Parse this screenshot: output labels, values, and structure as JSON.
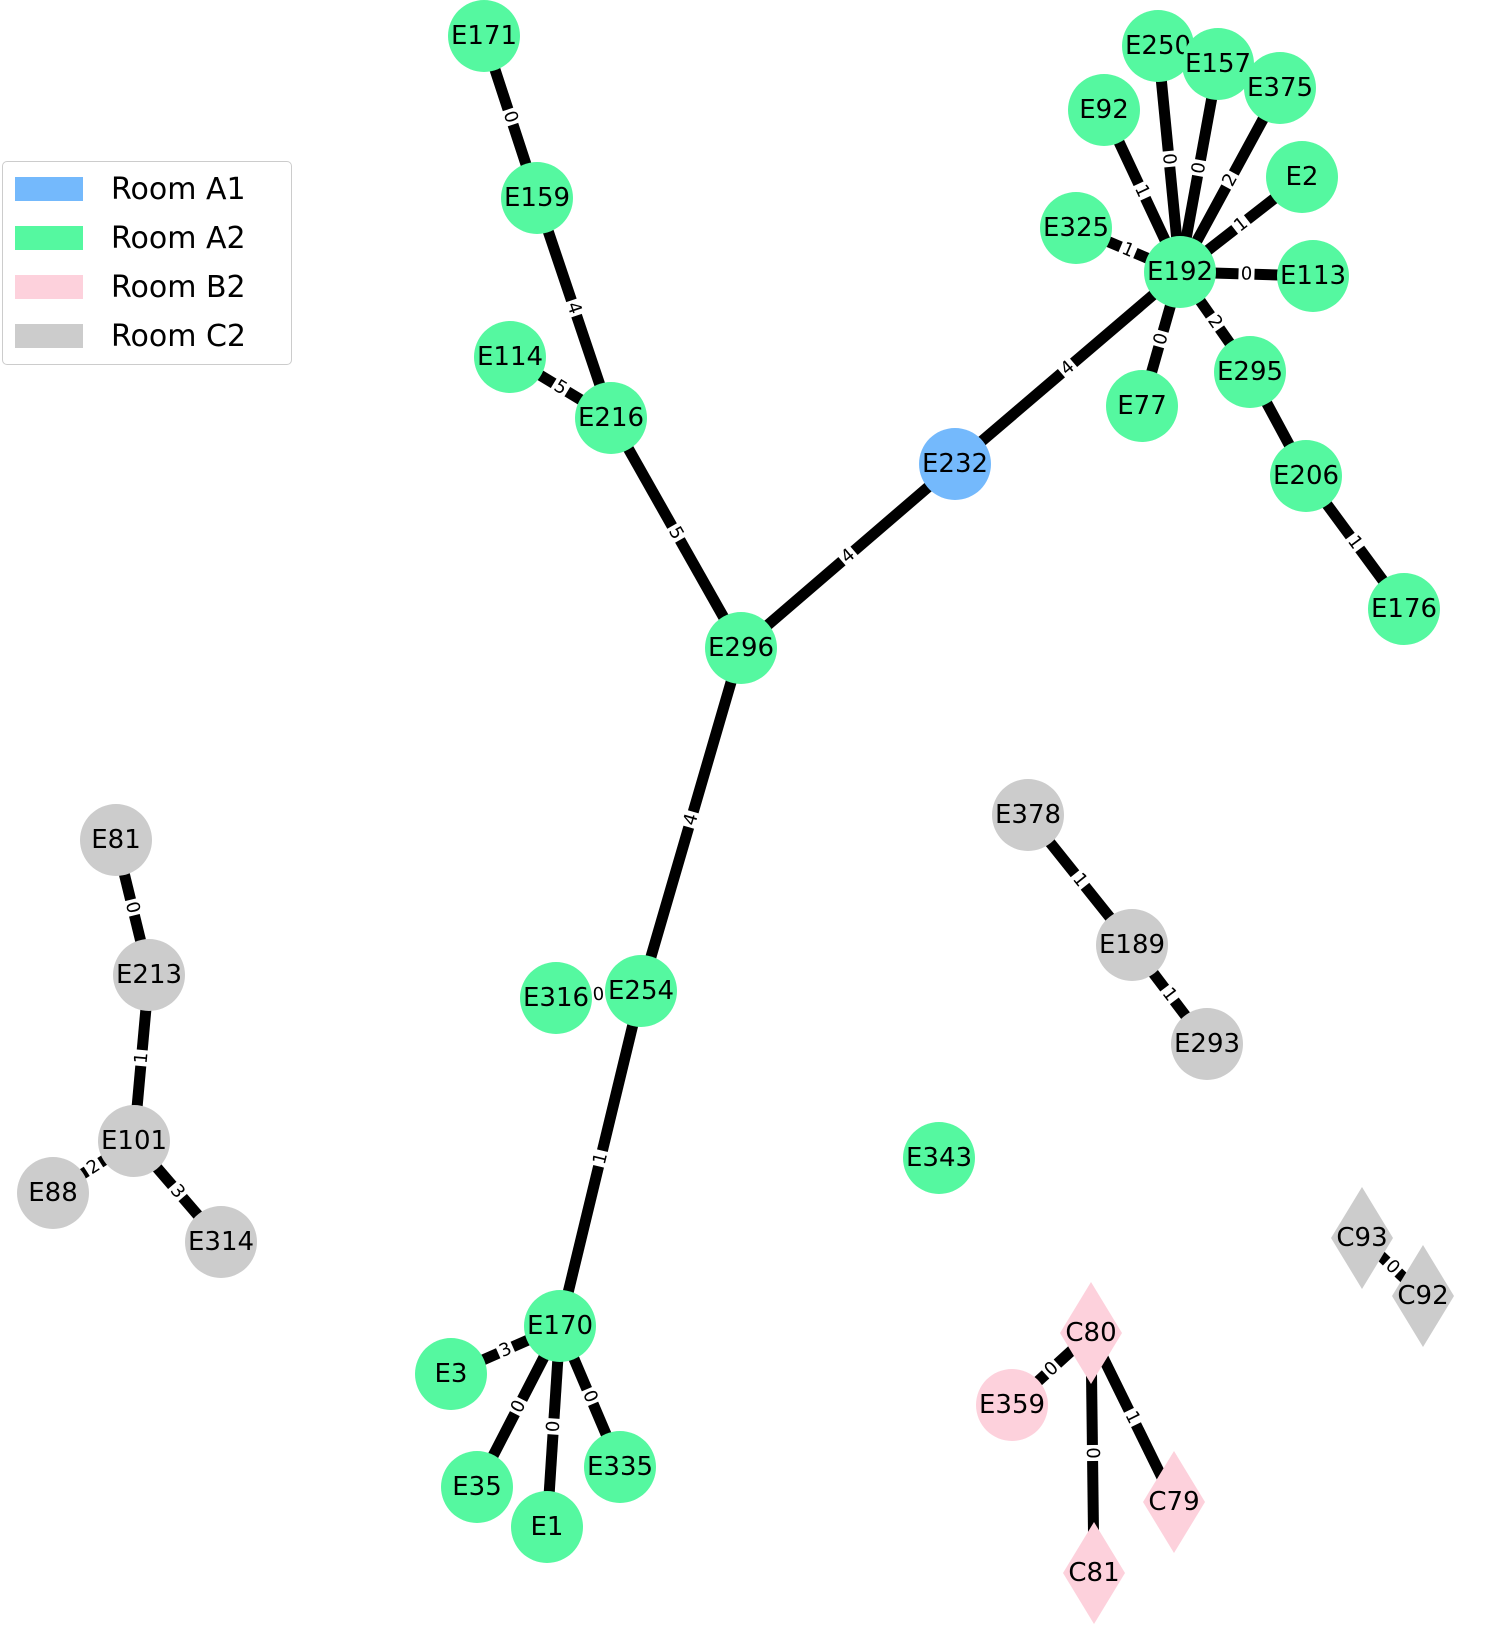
{
  "legend": {
    "items": [
      {
        "label": "Room A1",
        "color": "#74b9fc"
      },
      {
        "label": "Room A2",
        "color": "#55f8a0"
      },
      {
        "label": "Room B2",
        "color": "#fdd1dc"
      },
      {
        "label": "Room C2",
        "color": "#cccccc"
      }
    ]
  },
  "graph": {
    "nodes": [
      {
        "id": "E171",
        "room": "Room A2",
        "shape": "circle"
      },
      {
        "id": "E159",
        "room": "Room A2",
        "shape": "circle"
      },
      {
        "id": "E114",
        "room": "Room A2",
        "shape": "circle"
      },
      {
        "id": "E216",
        "room": "Room A2",
        "shape": "circle"
      },
      {
        "id": "E296",
        "room": "Room A2",
        "shape": "circle"
      },
      {
        "id": "E232",
        "room": "Room A1",
        "shape": "circle"
      },
      {
        "id": "E192",
        "room": "Room A2",
        "shape": "circle"
      },
      {
        "id": "E250",
        "room": "Room A2",
        "shape": "circle"
      },
      {
        "id": "E157",
        "room": "Room A2",
        "shape": "circle"
      },
      {
        "id": "E375",
        "room": "Room A2",
        "shape": "circle"
      },
      {
        "id": "E92",
        "room": "Room A2",
        "shape": "circle"
      },
      {
        "id": "E2",
        "room": "Room A2",
        "shape": "circle"
      },
      {
        "id": "E325",
        "room": "Room A2",
        "shape": "circle"
      },
      {
        "id": "E113",
        "room": "Room A2",
        "shape": "circle"
      },
      {
        "id": "E77",
        "room": "Room A2",
        "shape": "circle"
      },
      {
        "id": "E295",
        "room": "Room A2",
        "shape": "circle"
      },
      {
        "id": "E206",
        "room": "Room A2",
        "shape": "circle"
      },
      {
        "id": "E176",
        "room": "Room A2",
        "shape": "circle"
      },
      {
        "id": "E254",
        "room": "Room A2",
        "shape": "circle"
      },
      {
        "id": "E316",
        "room": "Room A2",
        "shape": "circle"
      },
      {
        "id": "E170",
        "room": "Room A2",
        "shape": "circle"
      },
      {
        "id": "E3",
        "room": "Room A2",
        "shape": "circle"
      },
      {
        "id": "E35",
        "room": "Room A2",
        "shape": "circle"
      },
      {
        "id": "E1",
        "room": "Room A2",
        "shape": "circle"
      },
      {
        "id": "E335",
        "room": "Room A2",
        "shape": "circle"
      },
      {
        "id": "E343",
        "room": "Room A2",
        "shape": "circle"
      },
      {
        "id": "E81",
        "room": "Room C2",
        "shape": "circle"
      },
      {
        "id": "E213",
        "room": "Room C2",
        "shape": "circle"
      },
      {
        "id": "E101",
        "room": "Room C2",
        "shape": "circle"
      },
      {
        "id": "E88",
        "room": "Room C2",
        "shape": "circle"
      },
      {
        "id": "E314",
        "room": "Room C2",
        "shape": "circle"
      },
      {
        "id": "E378",
        "room": "Room C2",
        "shape": "circle"
      },
      {
        "id": "E189",
        "room": "Room C2",
        "shape": "circle"
      },
      {
        "id": "E293",
        "room": "Room C2",
        "shape": "circle"
      },
      {
        "id": "C93",
        "room": "Room C2",
        "shape": "diamond"
      },
      {
        "id": "C92",
        "room": "Room C2",
        "shape": "diamond"
      },
      {
        "id": "C80",
        "room": "Room B2",
        "shape": "diamond"
      },
      {
        "id": "E359",
        "room": "Room B2",
        "shape": "circle"
      },
      {
        "id": "C79",
        "room": "Room B2",
        "shape": "diamond"
      },
      {
        "id": "C81",
        "room": "Room B2",
        "shape": "diamond"
      }
    ],
    "edges": [
      {
        "source": "E171",
        "target": "E159",
        "label": "0"
      },
      {
        "source": "E159",
        "target": "E216",
        "label": "4"
      },
      {
        "source": "E114",
        "target": "E216",
        "label": "5"
      },
      {
        "source": "E216",
        "target": "E296",
        "label": "5"
      },
      {
        "source": "E296",
        "target": "E232",
        "label": "4"
      },
      {
        "source": "E232",
        "target": "E192",
        "label": "4"
      },
      {
        "source": "E250",
        "target": "E192",
        "label": "0"
      },
      {
        "source": "E157",
        "target": "E192",
        "label": "0"
      },
      {
        "source": "E375",
        "target": "E192",
        "label": "2"
      },
      {
        "source": "E92",
        "target": "E192",
        "label": "1"
      },
      {
        "source": "E2",
        "target": "E192",
        "label": "1"
      },
      {
        "source": "E325",
        "target": "E192",
        "label": "1"
      },
      {
        "source": "E192",
        "target": "E113",
        "label": "0"
      },
      {
        "source": "E192",
        "target": "E77",
        "label": "0"
      },
      {
        "source": "E192",
        "target": "E295",
        "label": "2"
      },
      {
        "source": "E295",
        "target": "E206",
        "label": ""
      },
      {
        "source": "E206",
        "target": "E176",
        "label": "1"
      },
      {
        "source": "E296",
        "target": "E254",
        "label": "4"
      },
      {
        "source": "E316",
        "target": "E254",
        "label": "0"
      },
      {
        "source": "E254",
        "target": "E170",
        "label": "1"
      },
      {
        "source": "E3",
        "target": "E170",
        "label": "3"
      },
      {
        "source": "E170",
        "target": "E35",
        "label": "0"
      },
      {
        "source": "E170",
        "target": "E1",
        "label": "0"
      },
      {
        "source": "E170",
        "target": "E335",
        "label": "0"
      },
      {
        "source": "E81",
        "target": "E213",
        "label": "0"
      },
      {
        "source": "E213",
        "target": "E101",
        "label": "1"
      },
      {
        "source": "E88",
        "target": "E101",
        "label": "2"
      },
      {
        "source": "E101",
        "target": "E314",
        "label": "3"
      },
      {
        "source": "E378",
        "target": "E189",
        "label": "1"
      },
      {
        "source": "E189",
        "target": "E293",
        "label": "1"
      },
      {
        "source": "C93",
        "target": "C92",
        "label": "0"
      },
      {
        "source": "E359",
        "target": "C80",
        "label": "0"
      },
      {
        "source": "C80",
        "target": "C79",
        "label": "1"
      },
      {
        "source": "C80",
        "target": "C81",
        "label": "0"
      }
    ]
  }
}
